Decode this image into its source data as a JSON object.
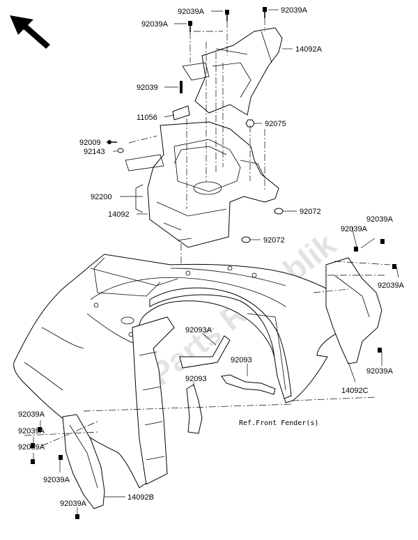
{
  "labels": {
    "p92039A_1": "92039A",
    "p92039A_2": "92039A",
    "p92039A_3": "92039A",
    "p14092A": "14092A",
    "p92039": "92039",
    "p11056": "11056",
    "p92075": "92075",
    "p92009": "92009",
    "p92143": "92143",
    "p92200": "92200",
    "p14092": "14092",
    "p92072_1": "92072",
    "p92072_2": "92072",
    "p92039A_r1": "92039A",
    "p92039A_r2": "92039A",
    "p92039A_r3": "92039A",
    "p92039A_r4": "92039A",
    "p92093A": "92093A",
    "p92093_1": "92093",
    "p92093_2": "92093",
    "p14092C": "14092C",
    "ref_front_fender": "Ref.Front Fender(s)",
    "p92039A_l1": "92039A",
    "p92039A_l2": "92039A",
    "p92039A_l3": "92039A",
    "p92039A_l4": "92039A",
    "p14092B": "14092B"
  },
  "watermark": "Parts Republik",
  "colors": {
    "ink": "#000000",
    "watermark": "#d8d8d8"
  }
}
